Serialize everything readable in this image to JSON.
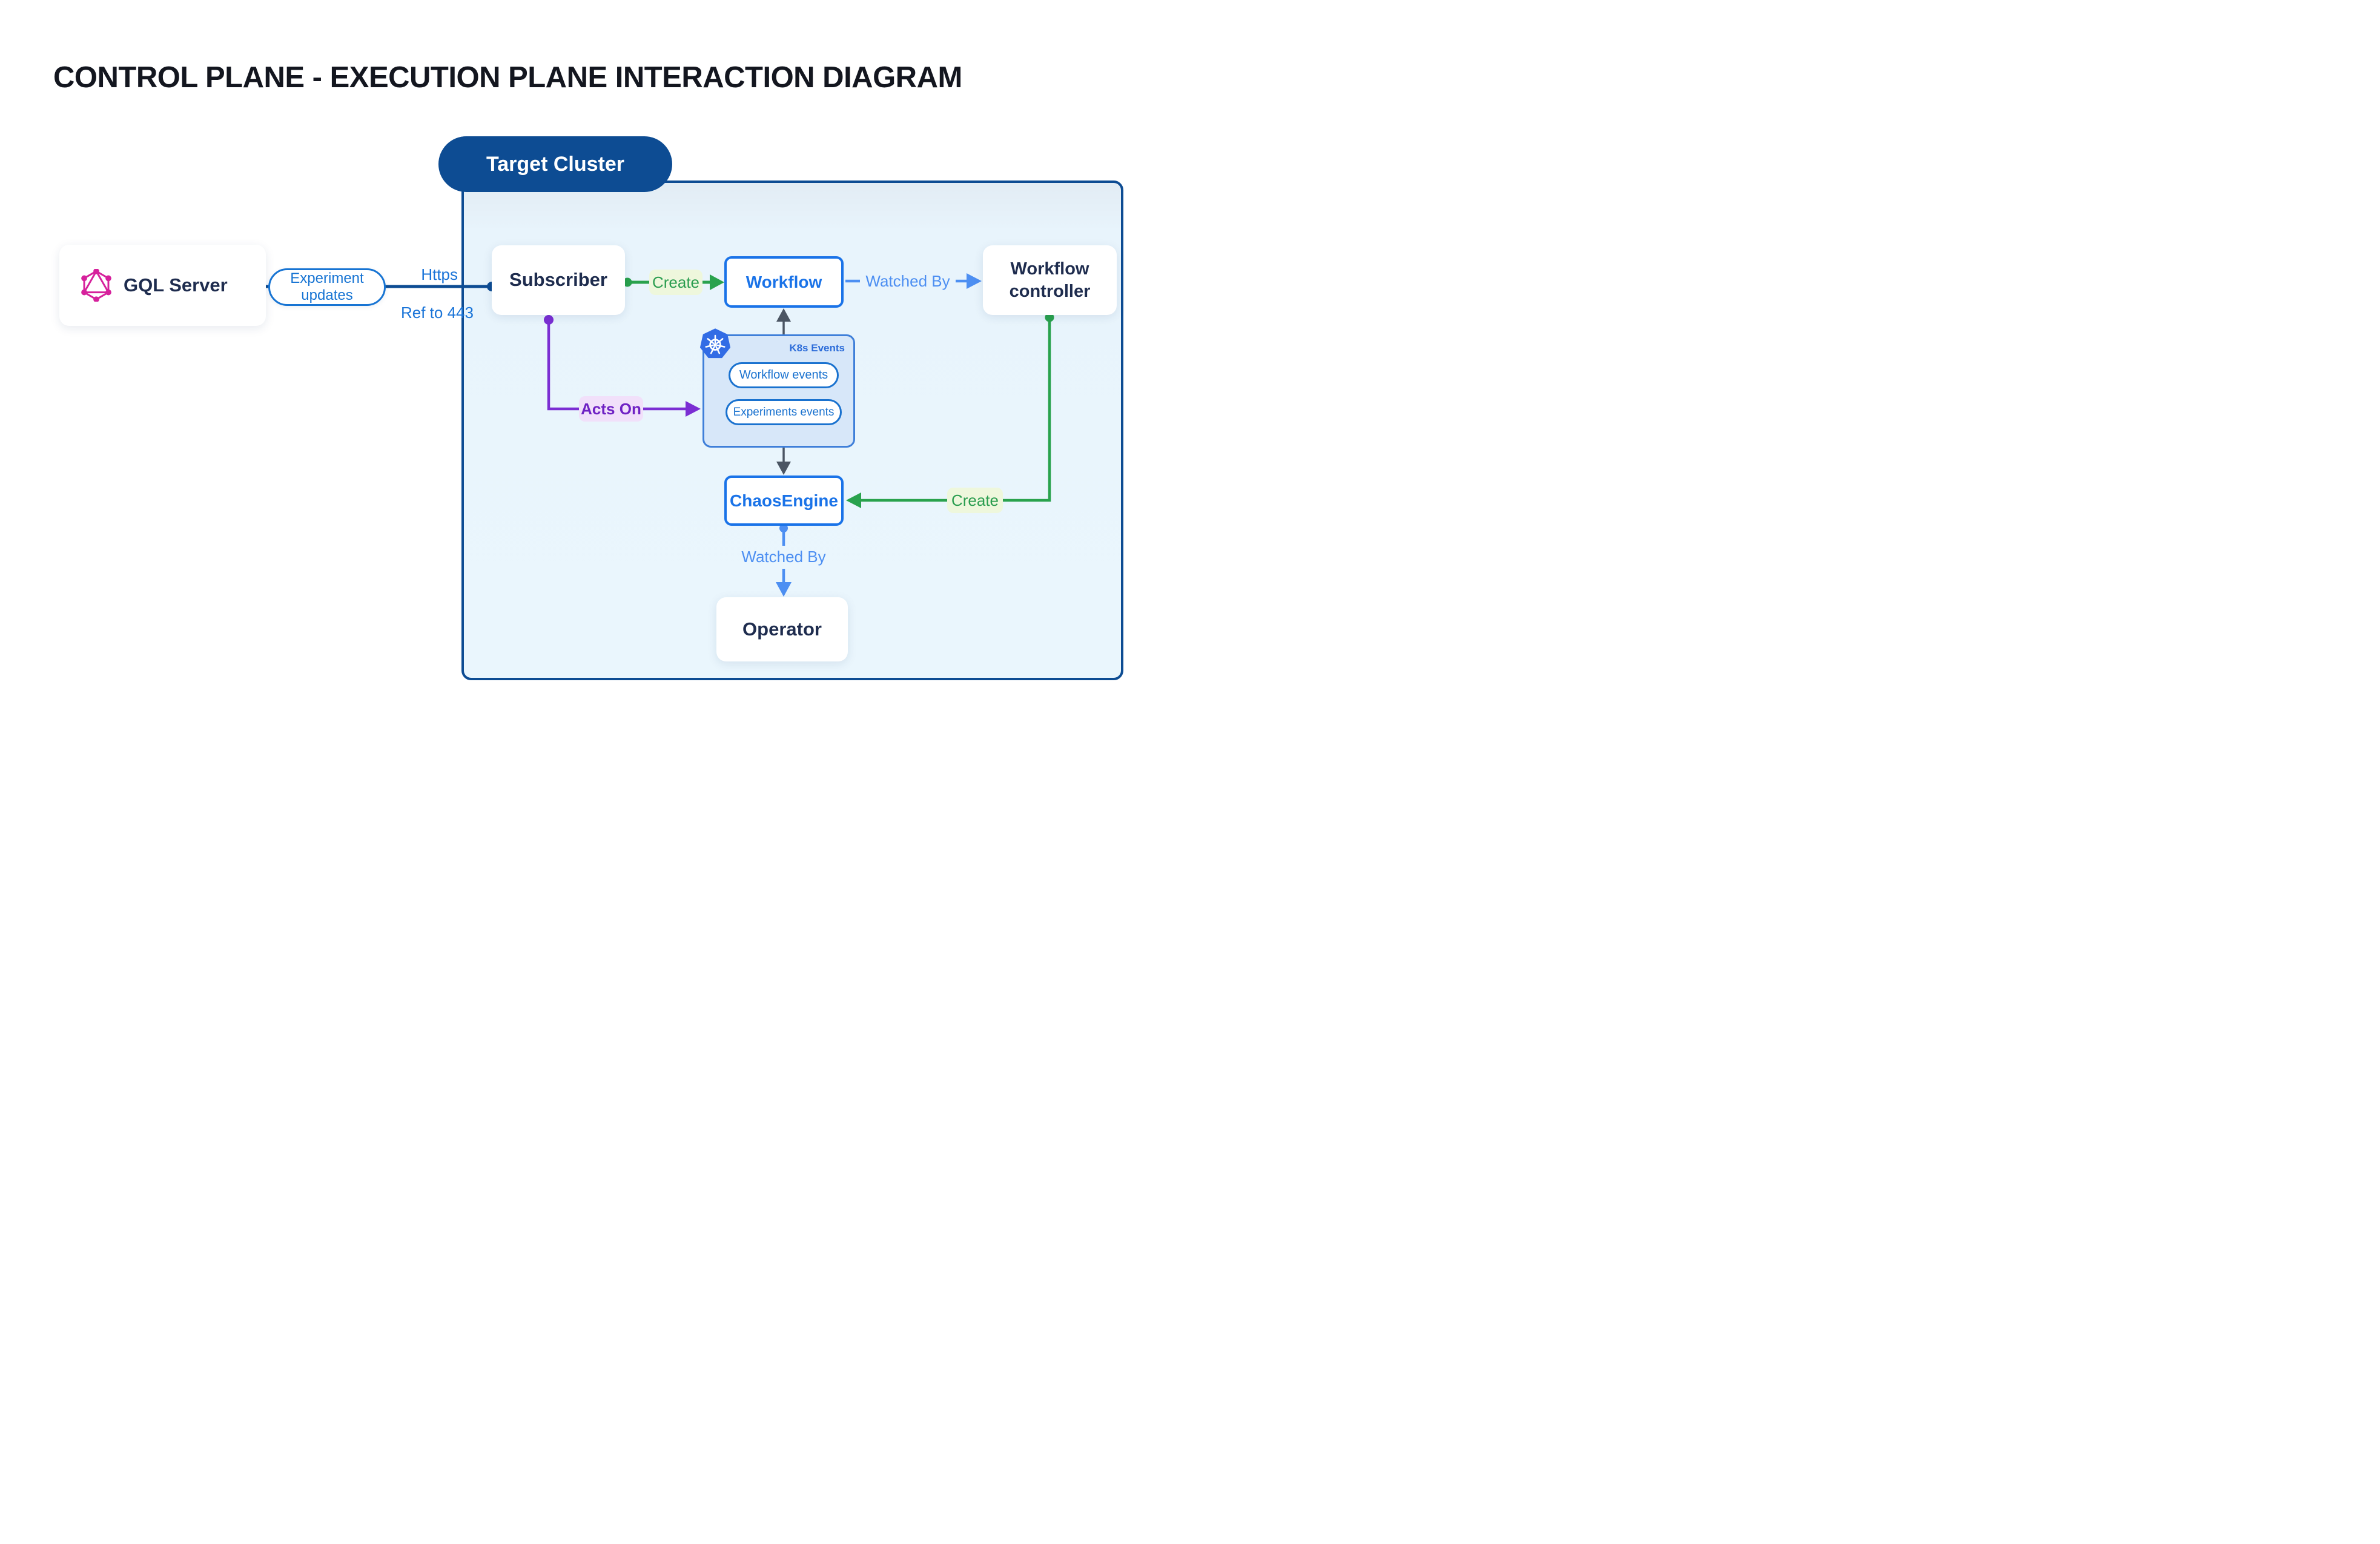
{
  "title": "CONTROL PLANE - EXECUTION PLANE INTERACTION DIAGRAM",
  "cluster": {
    "label": "Target Cluster",
    "events_group_label": "K8s Events"
  },
  "nodes": {
    "gql_server": "GQL Server",
    "subscriber": "Subscriber",
    "workflow": "Workflow",
    "workflow_controller": "Workflow controller",
    "chaos_engine": "ChaosEngine",
    "operator": "Operator",
    "workflow_events": "Workflow events",
    "experiments_events": "Experiments events"
  },
  "edges": {
    "experiment_updates": "Experiment updates",
    "https": "Https",
    "ref_to_443": "Ref to 443",
    "create_workflow": "Create",
    "watched_by_workflow": "Watched By",
    "acts_on": "Acts On",
    "create_chaos_engine": "Create",
    "watched_by_operator": "Watched By"
  },
  "icons": {
    "graphql": "graphql-icon",
    "kubernetes": "kubernetes-icon"
  },
  "colors": {
    "navy": "#0d4c93",
    "cluster_fill": "#e8f4fc",
    "blue_accent": "#1a73e8",
    "link_blue": "#1a74d8",
    "light_blue": "#4d8ff2",
    "green": "#29a24d",
    "green_label_bg": "#eef7dc",
    "purple": "#7b2ed3",
    "purple_label_bg": "#f1e0fa",
    "dark_gray": "#4b5563",
    "graphql_pink": "#d6219c",
    "kubernetes_blue": "#326ce5",
    "node_text": "#1e2c4e"
  }
}
